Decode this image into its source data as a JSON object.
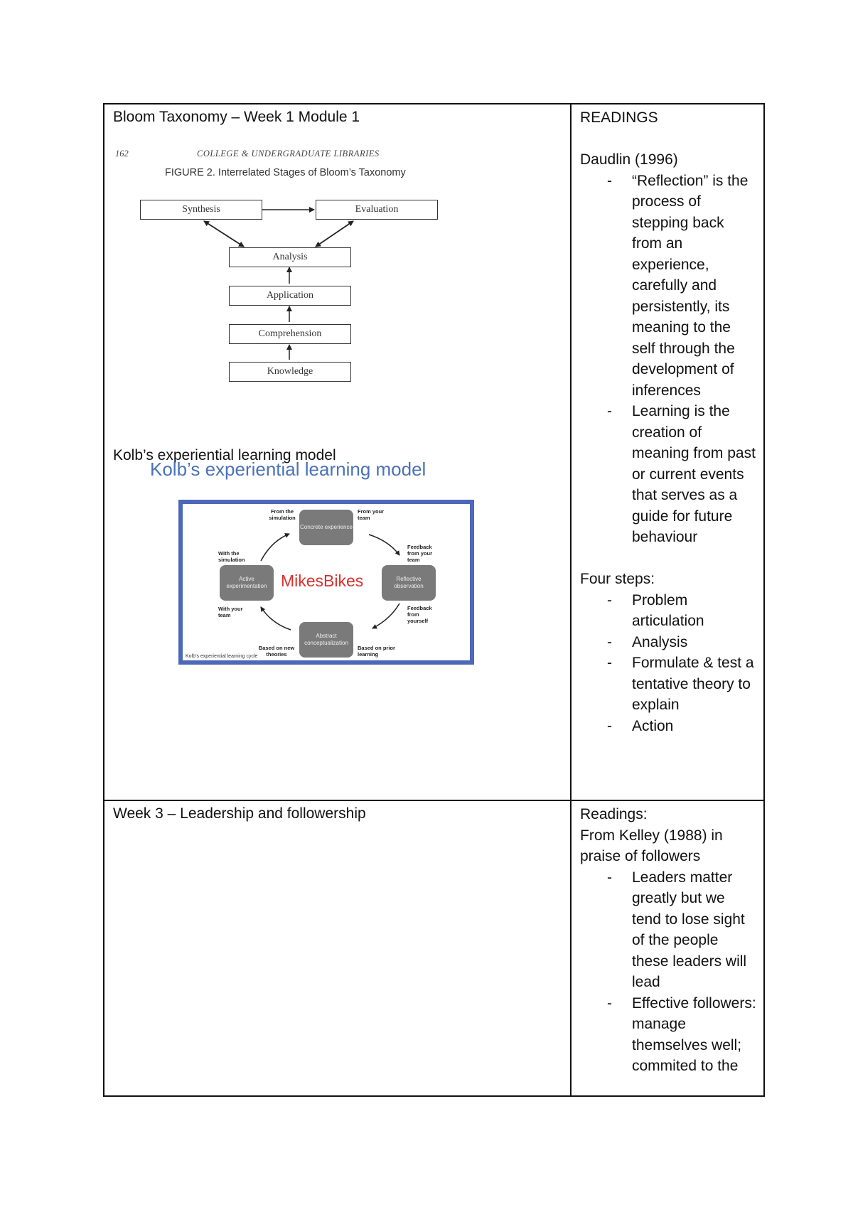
{
  "row1": {
    "left_heading": "Bloom Taxonomy – Week 1 Module 1",
    "bloom_figure": {
      "page_number": "162",
      "journal": "COLLEGE & UNDERGRADUATE LIBRARIES",
      "caption": "FIGURE 2. Interrelated Stages of Bloom’s Taxonomy",
      "stages": {
        "synthesis": "Synthesis",
        "evaluation": "Evaluation",
        "analysis": "Analysis",
        "application": "Application",
        "comprehension": "Comprehension",
        "knowledge": "Knowledge"
      }
    },
    "kolb_heading": "Kolb’s experiential learning model",
    "kolb_figure": {
      "title": "Kolb’s experiential learning model",
      "center_text": "MikesBikes",
      "center_color": "#d9302b",
      "frame_color": "#4d68b8",
      "title_color": "#4a72b8",
      "boxes": {
        "concrete": "Concrete experience",
        "reflective": "Reflective observation",
        "abstract": "Abstract conceptualization",
        "active": "Active experimentation"
      },
      "labels": {
        "from_sim": "From the simulation",
        "from_team": "From your team",
        "feedback_team": "Feedback from your team",
        "feedback_self": "Feedback from yourself",
        "prior": "Based on prior learning",
        "new_theories": "Based on new theories",
        "with_team": "With your team",
        "with_sim": "With the simulation"
      },
      "caption": "Kolb’s experiential learning cycle"
    },
    "readings": {
      "heading": "READINGS",
      "source": "Daudlin (1996)",
      "points": [
        "“Reflection” is the process of stepping back from an experience, carefully and persistently, its meaning to the self through the development of inferences",
        "Learning is the creation of meaning from past or current events that serves as a guide for future behaviour"
      ],
      "steps_heading": "Four steps:",
      "steps": [
        "Problem articulation",
        "Analysis",
        "Formulate & test a tentative theory to explain",
        "Action"
      ]
    }
  },
  "row2": {
    "left_heading": "Week 3 – Leadership and followership",
    "readings": {
      "heading": "Readings:",
      "source": "From Kelley (1988) in praise of followers",
      "points": [
        "Leaders matter greatly but we tend to lose sight of the people these leaders will lead",
        "Effective followers: manage themselves well; commited to the"
      ]
    }
  }
}
